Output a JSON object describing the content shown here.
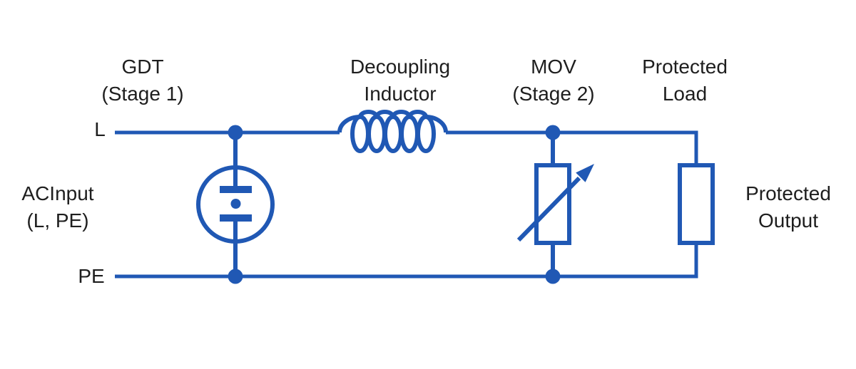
{
  "colors": {
    "circuit_blue": "#2058b4",
    "text": "#1e1e1e",
    "background": "#ffffff"
  },
  "labels": {
    "gdt": {
      "line1": "GDT",
      "line2": "(Stage 1)"
    },
    "inductor": {
      "line1": "Decoupling",
      "line2": "Inductor"
    },
    "mov": {
      "line1": "MOV",
      "line2": "(Stage 2)"
    },
    "load": {
      "line1": "Protected",
      "line2": "Load"
    },
    "ac_input": {
      "line1": "ACInput",
      "line2": "(L, PE)"
    },
    "output": {
      "line1": "Protected",
      "line2": "Output"
    },
    "wire_l": "L",
    "wire_pe": "PE"
  },
  "icons": {
    "gdt_symbol": "gas-discharge-tube",
    "inductor_symbol": "inductor-coil",
    "mov_symbol": "varistor-arrow",
    "load_symbol": "resistor-box"
  }
}
